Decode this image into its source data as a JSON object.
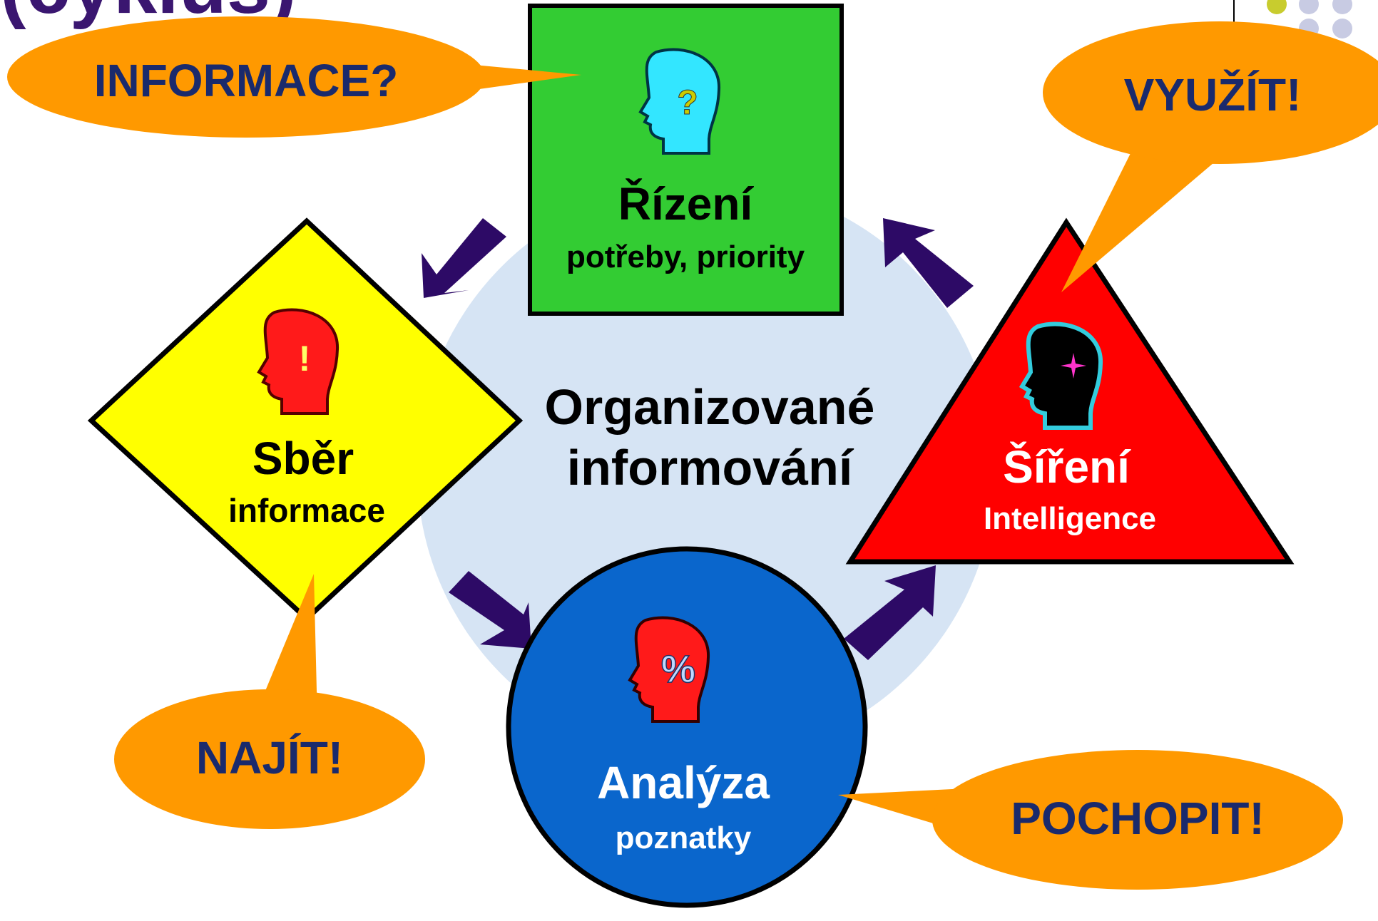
{
  "title_fragment": "(cyklus)",
  "center_label": {
    "line1": "Organizované",
    "line2": "informování"
  },
  "stages": {
    "rizeni": {
      "title": "Řízení",
      "subtitle": "potřeby, priority",
      "shape": "square",
      "color": "#33cc33",
      "head_icon": "question-head-icon",
      "head_symbol": "?"
    },
    "sber": {
      "title": "Sběr",
      "subtitle": "informace",
      "shape": "diamond",
      "color": "#ffff00",
      "head_icon": "exclamation-head-icon",
      "head_symbol": "!"
    },
    "analyza": {
      "title": "Analýza",
      "subtitle": "poznatky",
      "shape": "circle",
      "color": "#0a66cc",
      "head_icon": "percent-head-icon",
      "head_symbol": "%"
    },
    "sireni": {
      "title": "Šíření",
      "subtitle": "Intelligence",
      "shape": "triangle",
      "color": "#ff0000",
      "head_icon": "star-head-icon"
    }
  },
  "callouts": {
    "informace": "INFORMACE?",
    "vyuzit": "VYUŽÍT!",
    "najit": "NAJÍT!",
    "pochopit": "POCHOPIT!"
  },
  "colors": {
    "callout": "#ff9900",
    "callout_text": "#1a2a6c",
    "arrow": "#2d0a66",
    "cycle_disc": "#d6e4f4",
    "title": "#3a1670",
    "decor_dots": [
      "#c8cc2e",
      "#c8cbe3"
    ]
  }
}
